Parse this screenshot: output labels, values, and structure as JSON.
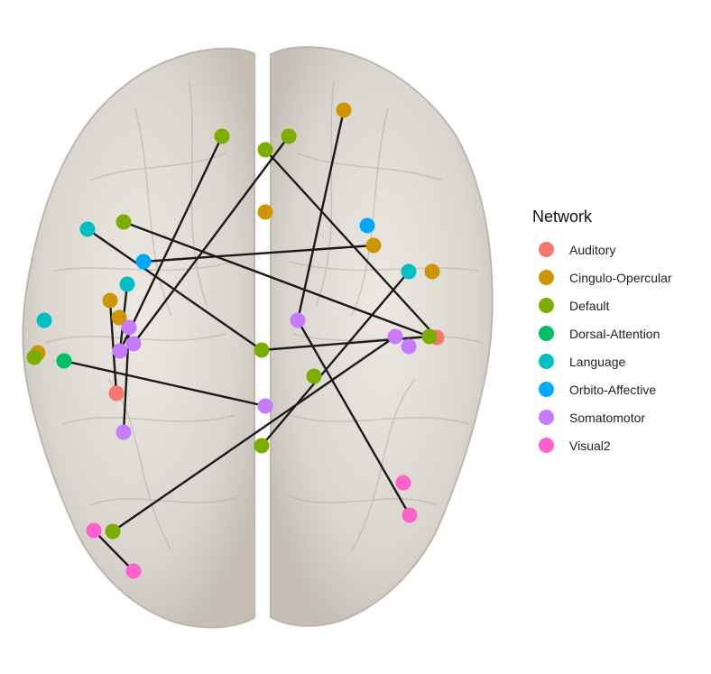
{
  "legend": {
    "title": "Network",
    "items": [
      {
        "label": "Auditory",
        "color": "#f8766d"
      },
      {
        "label": "Cingulo-Opercular",
        "color": "#cd9600"
      },
      {
        "label": "Default",
        "color": "#7cae00"
      },
      {
        "label": "Dorsal-Attention",
        "color": "#00be67"
      },
      {
        "label": "Language",
        "color": "#00bfc4"
      },
      {
        "label": "Orbito-Affective",
        "color": "#00a9ff"
      },
      {
        "label": "Somatomotor",
        "color": "#c77cff"
      },
      {
        "label": "Visual2",
        "color": "#ff61cc"
      }
    ]
  },
  "nodes": [
    {
      "id": "d1",
      "network": "Default"
    },
    {
      "id": "d2",
      "network": "Default"
    },
    {
      "id": "d3",
      "network": "Default"
    },
    {
      "id": "c1",
      "network": "Cingulo-Opercular"
    },
    {
      "id": "c2",
      "network": "Cingulo-Opercular"
    },
    {
      "id": "d4",
      "network": "Default"
    },
    {
      "id": "l1",
      "network": "Language"
    },
    {
      "id": "o1",
      "network": "Orbito-Affective"
    },
    {
      "id": "c3",
      "network": "Cingulo-Opercular"
    },
    {
      "id": "o2",
      "network": "Orbito-Affective"
    },
    {
      "id": "l2",
      "network": "Language"
    },
    {
      "id": "c4",
      "network": "Cingulo-Opercular"
    },
    {
      "id": "l3",
      "network": "Language"
    },
    {
      "id": "c5",
      "network": "Cingulo-Opercular"
    },
    {
      "id": "c6",
      "network": "Cingulo-Opercular"
    },
    {
      "id": "l4",
      "network": "Language"
    },
    {
      "id": "s1",
      "network": "Somatomotor"
    },
    {
      "id": "s2",
      "network": "Somatomotor"
    },
    {
      "id": "s3",
      "network": "Somatomotor"
    },
    {
      "id": "s4",
      "network": "Somatomotor"
    },
    {
      "id": "c7",
      "network": "Cingulo-Opercular"
    },
    {
      "id": "d5",
      "network": "Default"
    },
    {
      "id": "da1",
      "network": "Dorsal-Attention"
    },
    {
      "id": "a1",
      "network": "Auditory"
    },
    {
      "id": "d6",
      "network": "Default"
    },
    {
      "id": "s5",
      "network": "Somatomotor"
    },
    {
      "id": "s6",
      "network": "Somatomotor"
    },
    {
      "id": "s7",
      "network": "Somatomotor"
    },
    {
      "id": "a2",
      "network": "Auditory"
    },
    {
      "id": "d7",
      "network": "Default"
    },
    {
      "id": "d8",
      "network": "Default"
    },
    {
      "id": "s8",
      "network": "Somatomotor"
    },
    {
      "id": "d9",
      "network": "Default"
    },
    {
      "id": "v1",
      "network": "Visual2"
    },
    {
      "id": "v2",
      "network": "Visual2"
    },
    {
      "id": "v3",
      "network": "Visual2"
    },
    {
      "id": "d10",
      "network": "Default"
    },
    {
      "id": "v4",
      "network": "Visual2"
    }
  ],
  "edges": [
    [
      "d1",
      "s3"
    ],
    [
      "d3",
      "s2"
    ],
    [
      "d2",
      "a2"
    ],
    [
      "c1",
      "s5"
    ],
    [
      "l1",
      "d6"
    ],
    [
      "d4",
      "d7"
    ],
    [
      "o1",
      "c3"
    ],
    [
      "da1",
      "s8"
    ],
    [
      "d6",
      "d7"
    ],
    [
      "s5",
      "v3"
    ],
    [
      "l2",
      "d9"
    ],
    [
      "s6",
      "d10"
    ],
    [
      "c5",
      "a1"
    ],
    [
      "l3",
      "s3"
    ],
    [
      "s4",
      "s1"
    ],
    [
      "v1",
      "v4"
    ]
  ]
}
